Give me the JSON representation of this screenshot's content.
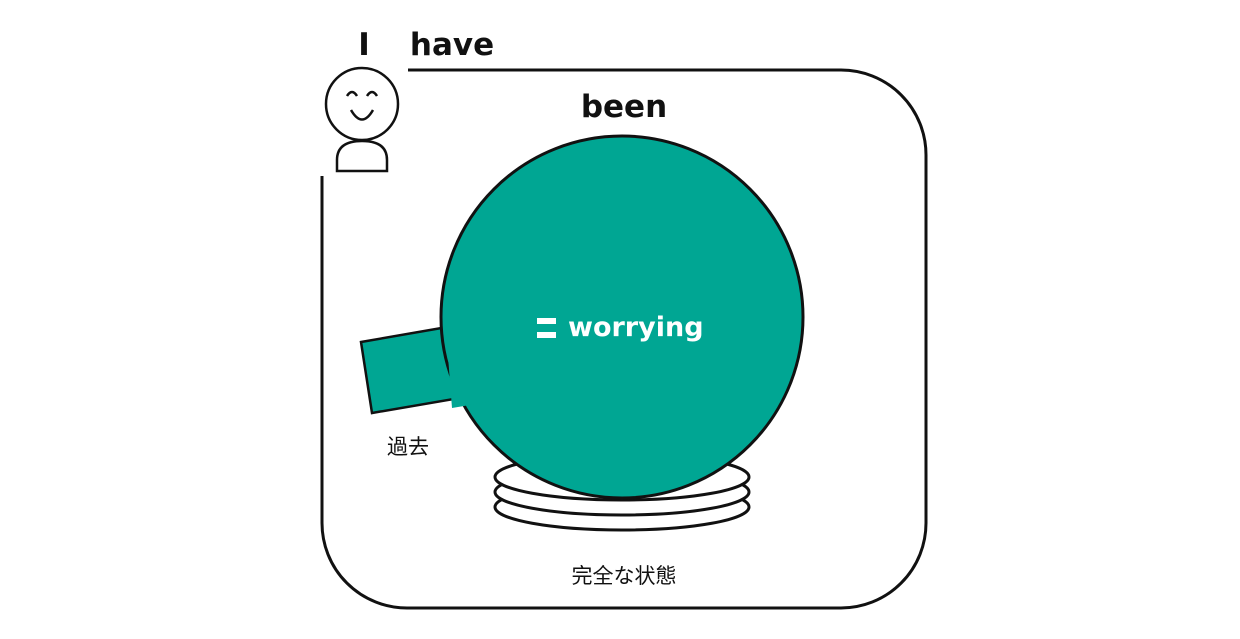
{
  "words": {
    "subject": "I",
    "auxiliary": "have",
    "perfect": "been",
    "complement": "worrying"
  },
  "equals_sign": "=",
  "labels": {
    "past": "過去",
    "complete_state": "完全な状態"
  },
  "colors": {
    "sphere": "#00A693",
    "outline": "#111111",
    "text_on_sphere": "#ffffff",
    "background": "#ffffff"
  },
  "icons": {
    "person": "smiling-person-icon",
    "sphere": "sphere-icon",
    "base": "stacked-base-icon",
    "arm": "past-arm-icon"
  }
}
